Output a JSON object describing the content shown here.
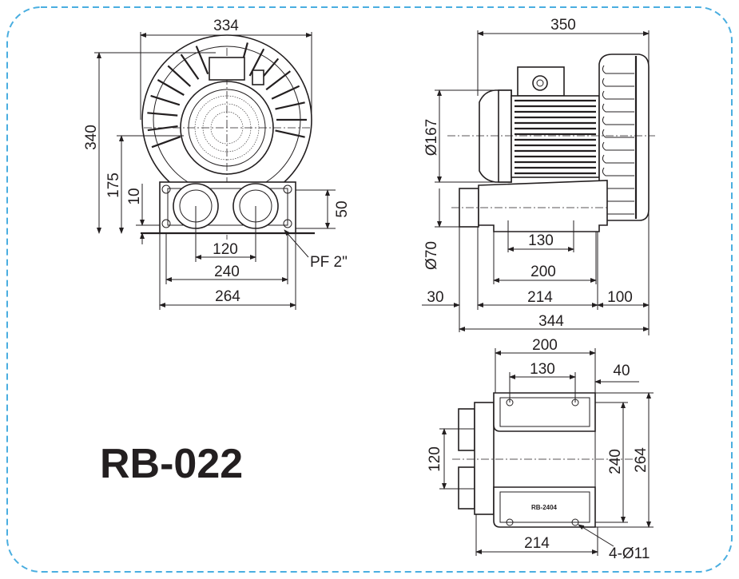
{
  "model": "RB-022",
  "nameplate": "RB-2404",
  "border_color": "#4aaee0",
  "front_view": {
    "width_overall": "334",
    "height_overall": "340",
    "center_height": "175",
    "foot_thickness": "10",
    "port_height": "50",
    "port_spacing": "120",
    "mount_spacing": "240",
    "base_width": "264",
    "port_label": "PF 2\""
  },
  "side_view": {
    "length_overall": "350",
    "motor_diameter": "Ø167",
    "port_diameter": "Ø70",
    "hole_spacing": "130",
    "plate_length": "200",
    "port_offset": "30",
    "base_length": "214",
    "housing_depth": "100",
    "total_length": "344"
  },
  "bottom_view": {
    "plate_length": "200",
    "hole_spacing": "130",
    "offset": "40",
    "port_spacing": "120",
    "mount_spacing": "240",
    "base_width": "264",
    "base_length": "214",
    "holes": "4-Ø11"
  }
}
